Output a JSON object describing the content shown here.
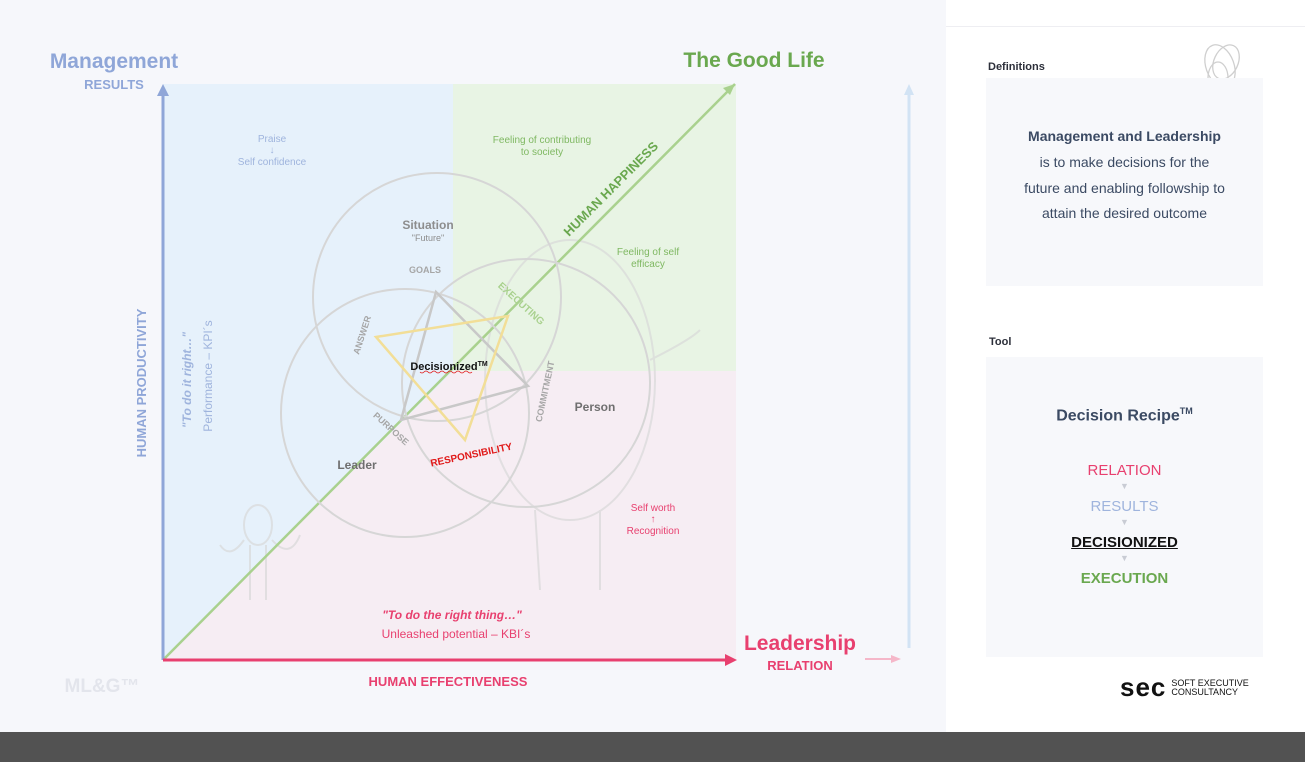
{
  "diagram": {
    "management": "Management",
    "results": "RESULTS",
    "good_life": "The Good Life",
    "leadership": "Leadership",
    "relation": "RELATION",
    "human_productivity": "HUMAN PRODUCTIVITY",
    "human_effectiveness": "HUMAN EFFECTIVENESS",
    "human_happiness": "HUMAN HAPPINESS",
    "mlg": "ML&G™",
    "praise": "Praise",
    "praise_arrow": "↓",
    "self_confidence": "Self confidence",
    "contributing_1": "Feeling of contributing",
    "contributing_2": "to society",
    "efficacy_1": "Feeling of self",
    "efficacy_2": "efficacy",
    "self_worth": "Self worth",
    "self_worth_arrow": "↑",
    "recognition": "Recognition",
    "do_it_right": "\"To do it right…\"",
    "performance": "Performance – KPI´s",
    "right_thing": "\"To do the right thing…\"",
    "unleashed": "Unleashed potential – KBI´s",
    "situation": "Situation",
    "future": "\"Future\"",
    "goals": "GOALS",
    "executing": "EXECUTING",
    "answer": "ANSWER",
    "commitment": "COMMITMENT",
    "purpose": "PURPOSE",
    "responsibility": "RESPONSIBILITY",
    "decisionized": "Decisionized",
    "tm": "TM",
    "person": "Person",
    "leader": "Leader"
  },
  "sidebar": {
    "definitions_label": "Definitions",
    "definition_title": "Management and Leadership",
    "definition_lines": [
      "is to make decisions for the",
      "future and enabling followship to",
      "attain the desired outcome"
    ],
    "tool_label": "Tool",
    "tool_title": "Decision Recipe",
    "tool_tm": "TM",
    "steps": [
      "RELATION",
      "RESULTS",
      "DECISIONIZED",
      "EXECUTION"
    ],
    "step_arrow": "▼",
    "logo_big": "sec",
    "logo_small_1": "SOFT EXECUTIVE",
    "logo_small_2": "CONSULTANCY"
  },
  "colors": {
    "management_blue": "#8fa6d8",
    "good_life_green": "#6aa84f",
    "leadership_pink": "#e8406f",
    "responsibility_red": "#e01919",
    "navy_text": "#3b4a63"
  }
}
